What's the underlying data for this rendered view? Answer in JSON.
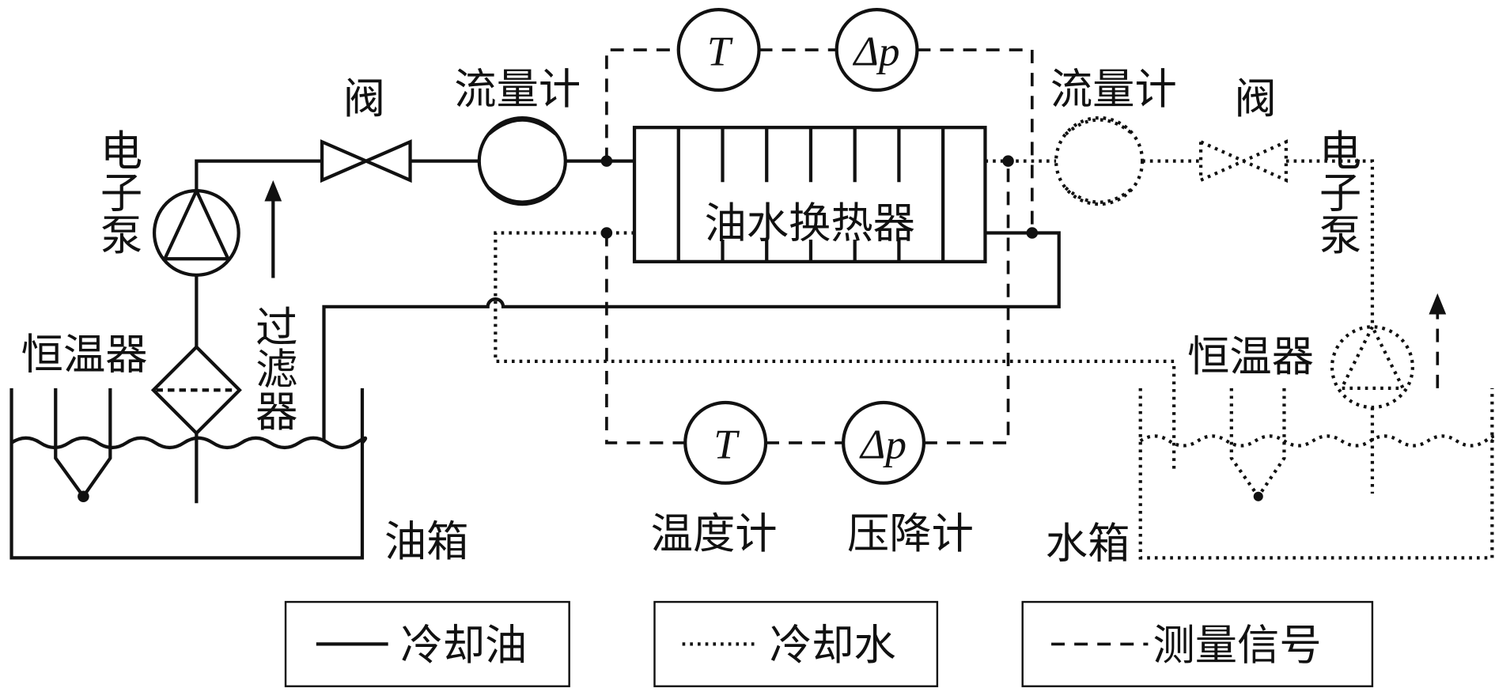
{
  "labels": {
    "heat_exchanger": "油水换热器",
    "oil_pump": "电子泵",
    "oil_thermostat": "恒温器",
    "filter": "过滤器",
    "oil_valve": "阀",
    "oil_flowmeter": "流量计",
    "water_flowmeter": "流量计",
    "water_valve": "阀",
    "water_pump": "电子泵",
    "water_thermostat": "恒温器",
    "oil_tank": "油箱",
    "water_tank": "水箱",
    "thermometer": "温度计",
    "pressure_drop_meter": "压降计",
    "temp_symbol": "T",
    "dp_symbol": "Δp"
  },
  "legend": [
    {
      "line_style": "solid",
      "label": "冷却油"
    },
    {
      "line_style": "dotted",
      "label": "冷却水"
    },
    {
      "line_style": "dashed",
      "label": "测量信号"
    }
  ]
}
